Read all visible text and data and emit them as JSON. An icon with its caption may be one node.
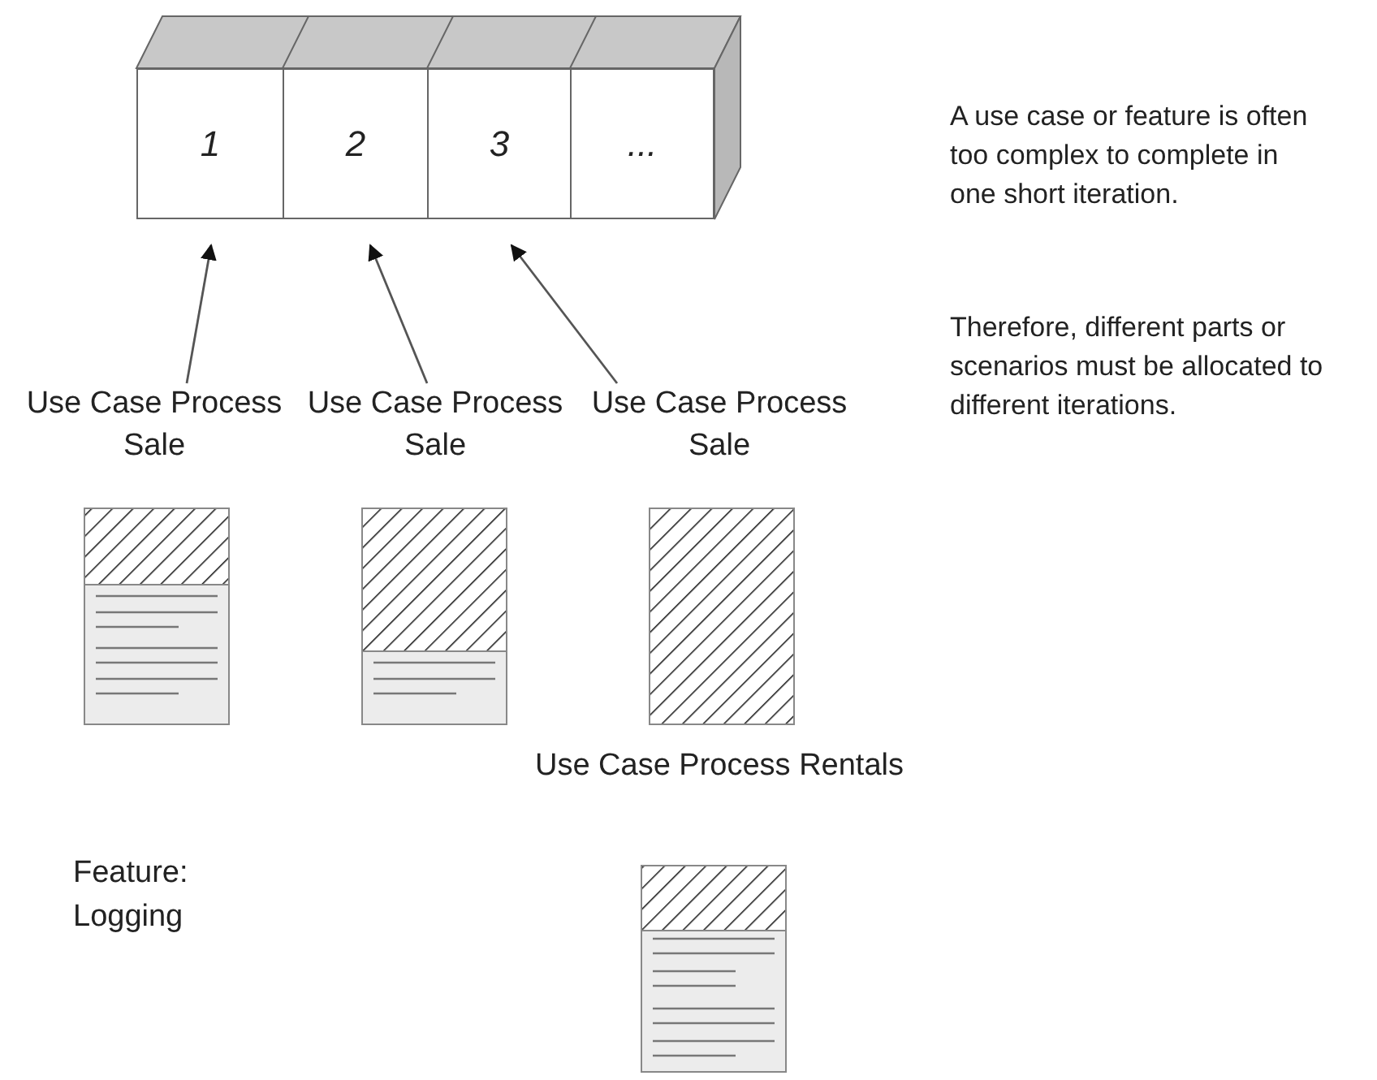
{
  "diagram": {
    "nodes": [
      {
        "text": [
          "1"
        ]
      },
      {
        "text": [
          "2"
        ]
      },
      {
        "text": [
          "3"
        ]
      },
      {
        "text": [
          "..."
        ]
      },
      {
        "text": [
          "Use Case Process Sale"
        ]
      },
      {
        "text": [
          "Use Case Process Sale"
        ]
      },
      {
        "text": [
          "Use Case Process Sale"
        ]
      }
    ],
    "edges": [
      {
        "from": 4,
        "to": 0,
        "arrow": "to"
      },
      {
        "from": 5,
        "to": 1,
        "arrow": "to"
      },
      {
        "from": 6,
        "to": 2,
        "arrow": "to"
      }
    ],
    "labels": [
      "A use case or feature is often too complex to complete in one short iteration.",
      "Therefore, different parts or scenarios must be allocated to different iterations.",
      "Use Case Process Rentals",
      "Feature: Logging"
    ]
  }
}
